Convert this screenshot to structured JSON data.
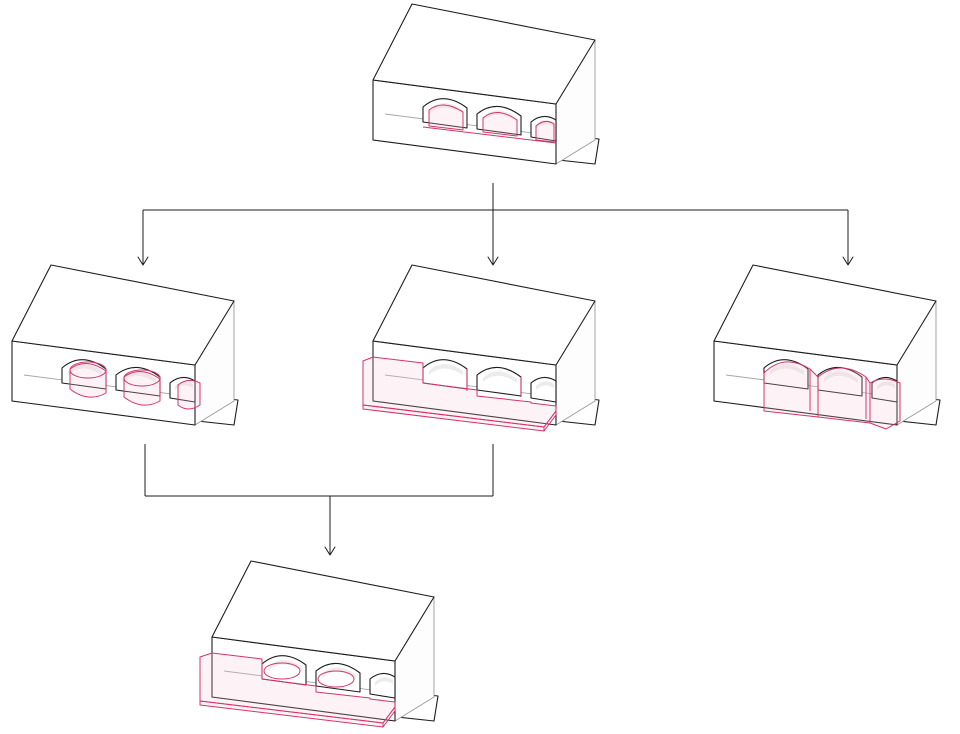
{
  "diagram": {
    "highlight_color": "#d6336c",
    "highlight_fill": "#f7c9da",
    "line_color": "#1e1e1e",
    "nodes": [
      {
        "id": "base",
        "label": "",
        "highlight": "arch-openings"
      },
      {
        "id": "variant-cylinders",
        "label": "",
        "highlight": "cylindrical-volumes"
      },
      {
        "id": "variant-base-plinth",
        "label": "",
        "highlight": "plinth-with-arches"
      },
      {
        "id": "variant-vaults",
        "label": "",
        "highlight": "vault-boxes"
      },
      {
        "id": "result-combined",
        "label": "",
        "highlight": "plinth-with-arches"
      }
    ],
    "edges": [
      {
        "from": "base",
        "to": "variant-cylinders"
      },
      {
        "from": "base",
        "to": "variant-base-plinth"
      },
      {
        "from": "base",
        "to": "variant-vaults"
      },
      {
        "from": "variant-cylinders",
        "to": "result-combined"
      },
      {
        "from": "variant-base-plinth",
        "to": "result-combined"
      }
    ]
  }
}
